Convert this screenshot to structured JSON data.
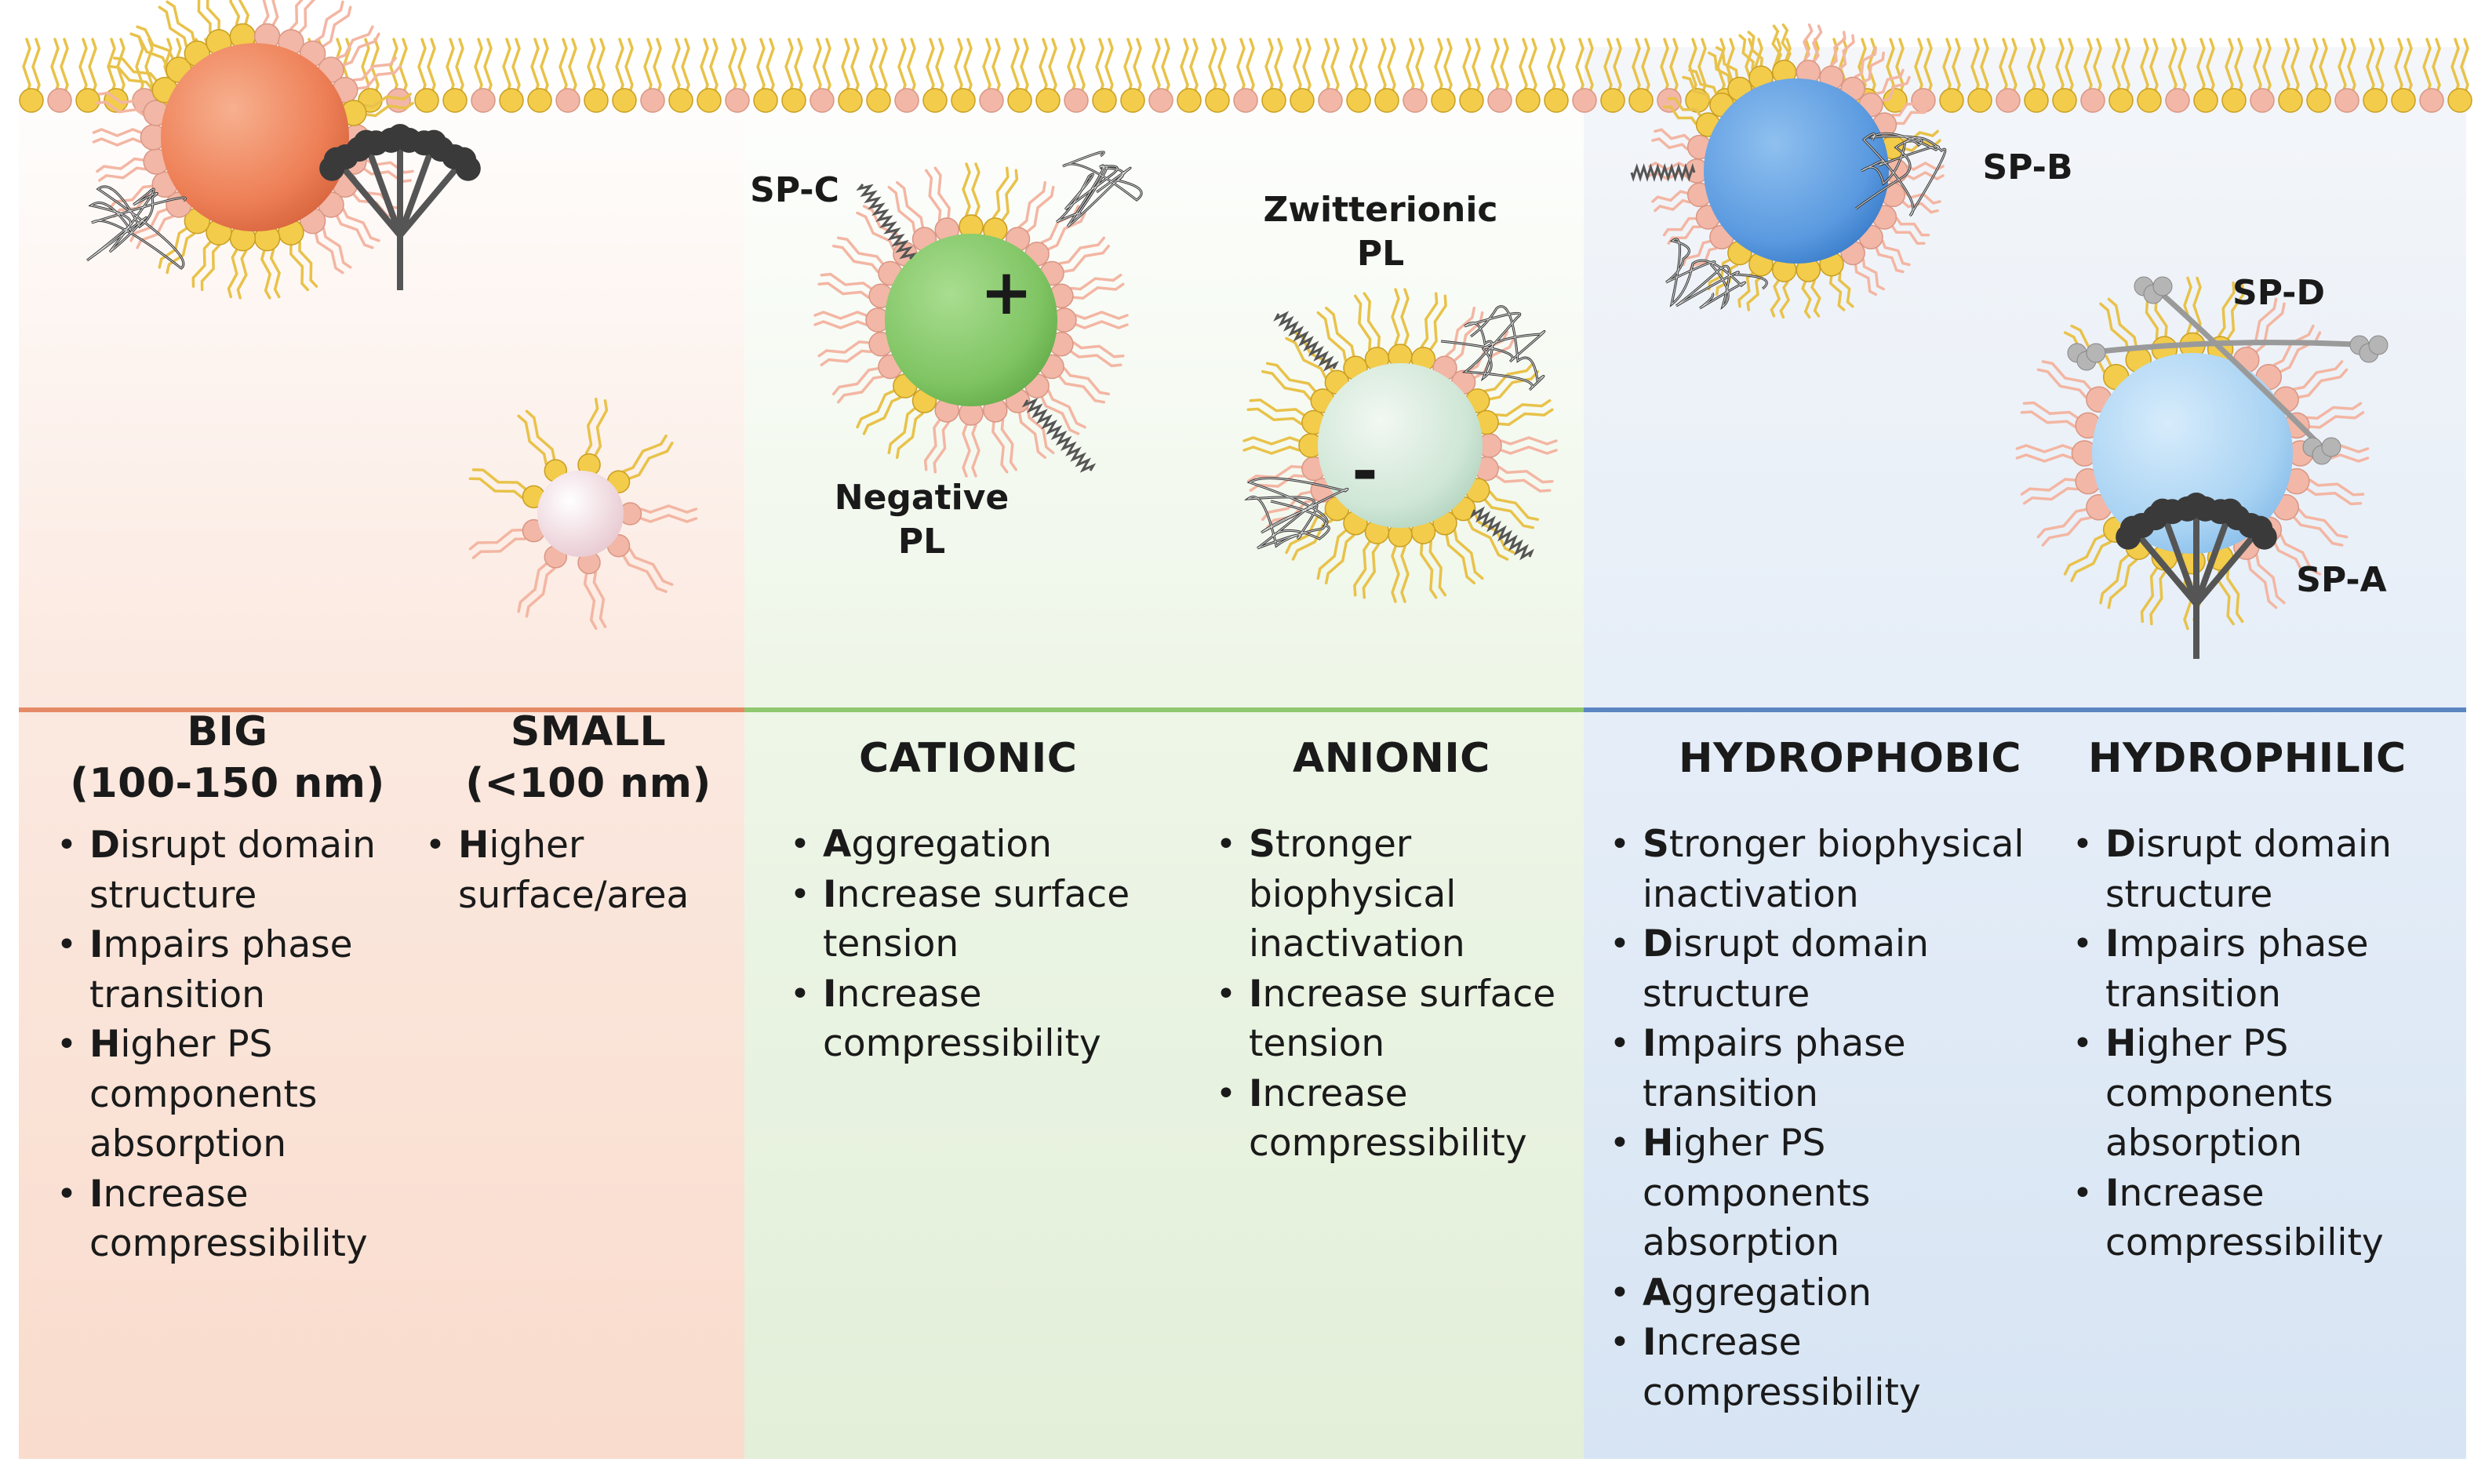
{
  "colors": {
    "size_panel": "#f9dfd2",
    "charge_panel": "#e6f1de",
    "hydro_panel": "#d9e6f4",
    "size_line": "#e58a66",
    "charge_line": "#8fc86e",
    "hydro_line": "#5b86c2",
    "lipid_head_pink": "#f2b7a6",
    "lipid_head_gold": "#f2cc4a",
    "lipid_tail": "#e8c24a"
  },
  "labels": {
    "sp_c": "SP-C",
    "negative_pl": "Negative\nPL",
    "zwitterionic_pl": "Zwitterionic\nPL",
    "sp_b": "SP-B",
    "sp_d": "SP-D",
    "sp_a": "SP-A",
    "plus": "+",
    "minus": "-"
  },
  "columns": [
    {
      "id": "big",
      "title_line1": "BIG",
      "title_line2": "(100-150 nm)",
      "items": [
        {
          "first": "D",
          "rest": "isrupt domain structure"
        },
        {
          "first": "I",
          "rest": "mpairs phase transition"
        },
        {
          "first": "H",
          "rest": "igher PS components absorption"
        },
        {
          "first": "I",
          "rest": "ncrease compressibility"
        }
      ]
    },
    {
      "id": "small",
      "title_line1": "SMALL",
      "title_line2": "(<100 nm)",
      "items": [
        {
          "first": "H",
          "rest": "igher surface/area"
        }
      ]
    },
    {
      "id": "cationic",
      "title_line1": "CATIONIC",
      "title_line2": "",
      "items": [
        {
          "first": "A",
          "rest": "ggregation"
        },
        {
          "first": "I",
          "rest": "ncrease surface tension"
        },
        {
          "first": "I",
          "rest": "ncrease compressibility"
        }
      ]
    },
    {
      "id": "anionic",
      "title_line1": "ANIONIC",
      "title_line2": "",
      "items": [
        {
          "first": "S",
          "rest": "tronger biophysical inactivation"
        },
        {
          "first": "I",
          "rest": "ncrease surface tension"
        },
        {
          "first": "I",
          "rest": "ncrease compressibility"
        }
      ]
    },
    {
      "id": "hydrophobic",
      "title_line1": "HYDROPHOBIC",
      "title_line2": "",
      "items": [
        {
          "first": "S",
          "rest": "tronger biophysical inactivation"
        },
        {
          "first": "D",
          "rest": "isrupt domain structure"
        },
        {
          "first": "I",
          "rest": "mpairs phase transition"
        },
        {
          "first": "H",
          "rest": "igher PS components absorption"
        },
        {
          "first": "A",
          "rest": "ggregation"
        },
        {
          "first": "I",
          "rest": "ncrease compressibility"
        }
      ]
    },
    {
      "id": "hydrophilic",
      "title_line1": "HYDROPHILIC",
      "title_line2": "",
      "items": [
        {
          "first": "D",
          "rest": "isrupt domain structure"
        },
        {
          "first": "I",
          "rest": "mpairs phase transition"
        },
        {
          "first": "H",
          "rest": "igher PS components absorption"
        },
        {
          "first": "I",
          "rest": "ncrease compressibility"
        }
      ]
    }
  ]
}
